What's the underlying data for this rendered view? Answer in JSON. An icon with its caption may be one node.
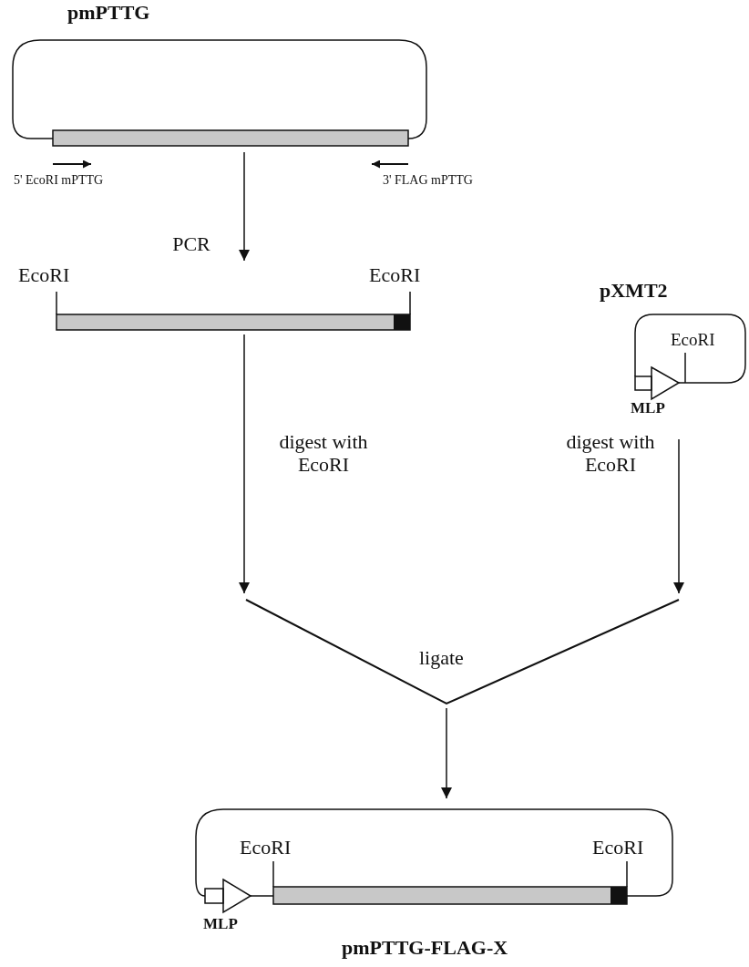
{
  "diagram": {
    "nodes": [
      {
        "text": [
          "pmPTTG"
        ]
      },
      {
        "text": [
          "EcoRI",
          "EcoRI"
        ]
      },
      {
        "text": [
          "pXMT2",
          "EcoRI",
          "MLP"
        ]
      },
      {
        "text": [
          "ligate"
        ]
      },
      {
        "text": [
          "EcoRI",
          "EcoRI",
          "MLP",
          "pmPTTG-FLAG-X"
        ]
      }
    ],
    "edges": [
      {
        "from": 0,
        "to": 1,
        "arrow": "to",
        "label": "PCR"
      },
      {
        "from": 1,
        "to": 3,
        "arrow": "to",
        "label": "digest with EcoRI"
      },
      {
        "from": 2,
        "to": 3,
        "arrow": "to",
        "label": "digest with EcoRI"
      },
      {
        "from": 3,
        "to": 4,
        "arrow": "to"
      }
    ],
    "labels": [
      "5' EcoRI mPTTG",
      "3' FLAG mPTTG"
    ]
  }
}
